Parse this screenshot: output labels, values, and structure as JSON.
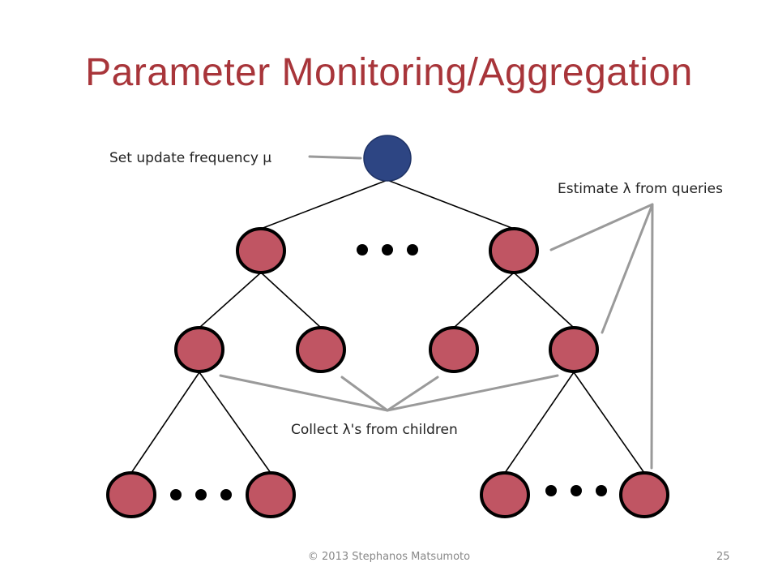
{
  "slide": {
    "title": "Parameter Monitoring/Aggregation",
    "footer_copyright": "© 2013 Stephanos Matsumoto",
    "page_number": "25"
  },
  "diagram": {
    "labels": {
      "set_update": "Set update frequency μ",
      "estimate": "Estimate λ from queries",
      "collect": "Collect λ's from children"
    },
    "ellipsis": "•••",
    "colors": {
      "root_node": "#2d4583",
      "tree_node": "#c05563",
      "node_outline": "#000000",
      "edge": "#000000",
      "callout_line": "#9a9a9a",
      "title": "#a8353a"
    }
  }
}
